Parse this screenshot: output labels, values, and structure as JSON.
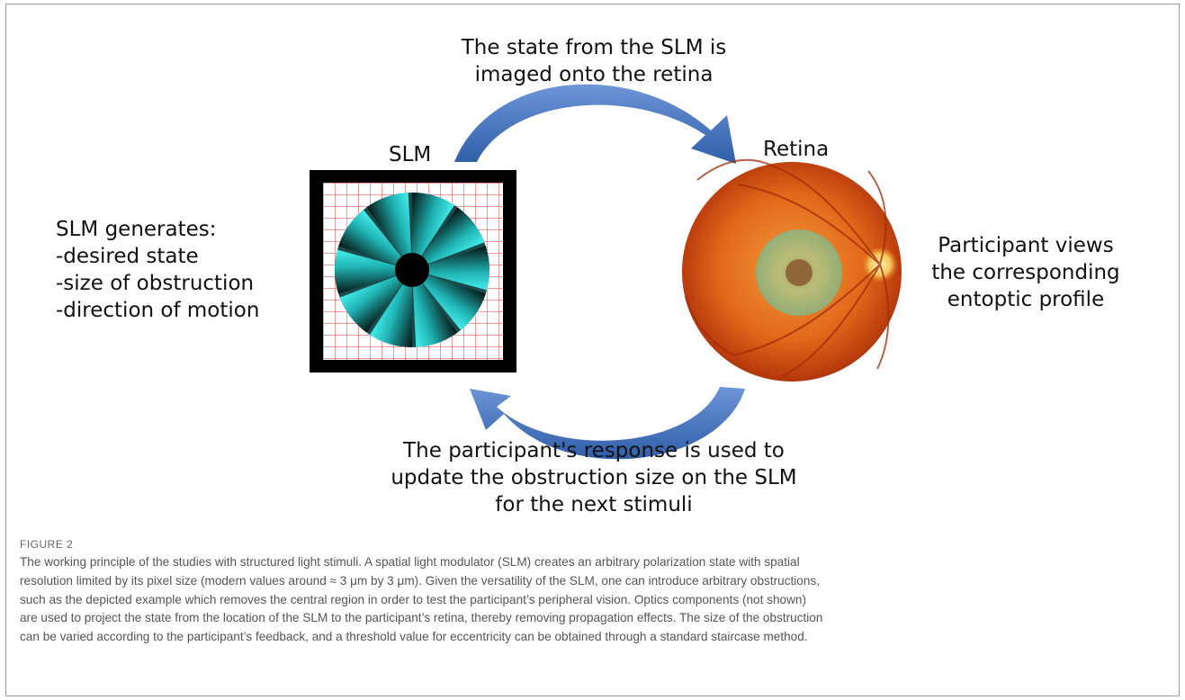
{
  "diagram": {
    "top_label": [
      "The state from the SLM is",
      "imaged onto the retina"
    ],
    "slm_label": "SLM",
    "retina_label": "Retina",
    "left_text": [
      "SLM generates:",
      "-desired state",
      "-size of obstruction",
      "-direction of motion"
    ],
    "right_text": [
      "Participant views",
      "the corresponding",
      "entoptic profile"
    ],
    "bottom_label": [
      "The participant's response is used to",
      "update the obstruction size on the SLM",
      "for the next stimuli"
    ],
    "colors": {
      "arrow": "#3f6fbf",
      "pattern_cyan": "#2fd6d6",
      "grid_red": "#e83030",
      "retina_orange": "#e8741c",
      "frame_black": "#000000"
    }
  },
  "caption": {
    "label": "FIGURE 2",
    "lines": [
      "The working principle of the studies with structured light stimuli. A spatial light modulator (SLM) creates an arbitrary polarization state with spatial",
      "resolution limited by its pixel size (modern values around ≈ 3 μm by 3 μm). Given the versatility of the SLM, one can introduce arbitrary obstructions,",
      "such as the depicted example which removes the central region in order to test the participant’s peripheral vision. Optics components (not shown)",
      "are used to project the state from the location of the SLM to the participant’s retina, thereby removing propagation effects. The size of the obstruction",
      "can be varied according to the participant’s feedback, and a threshold value for eccentricity can be obtained through a standard staircase method."
    ]
  }
}
